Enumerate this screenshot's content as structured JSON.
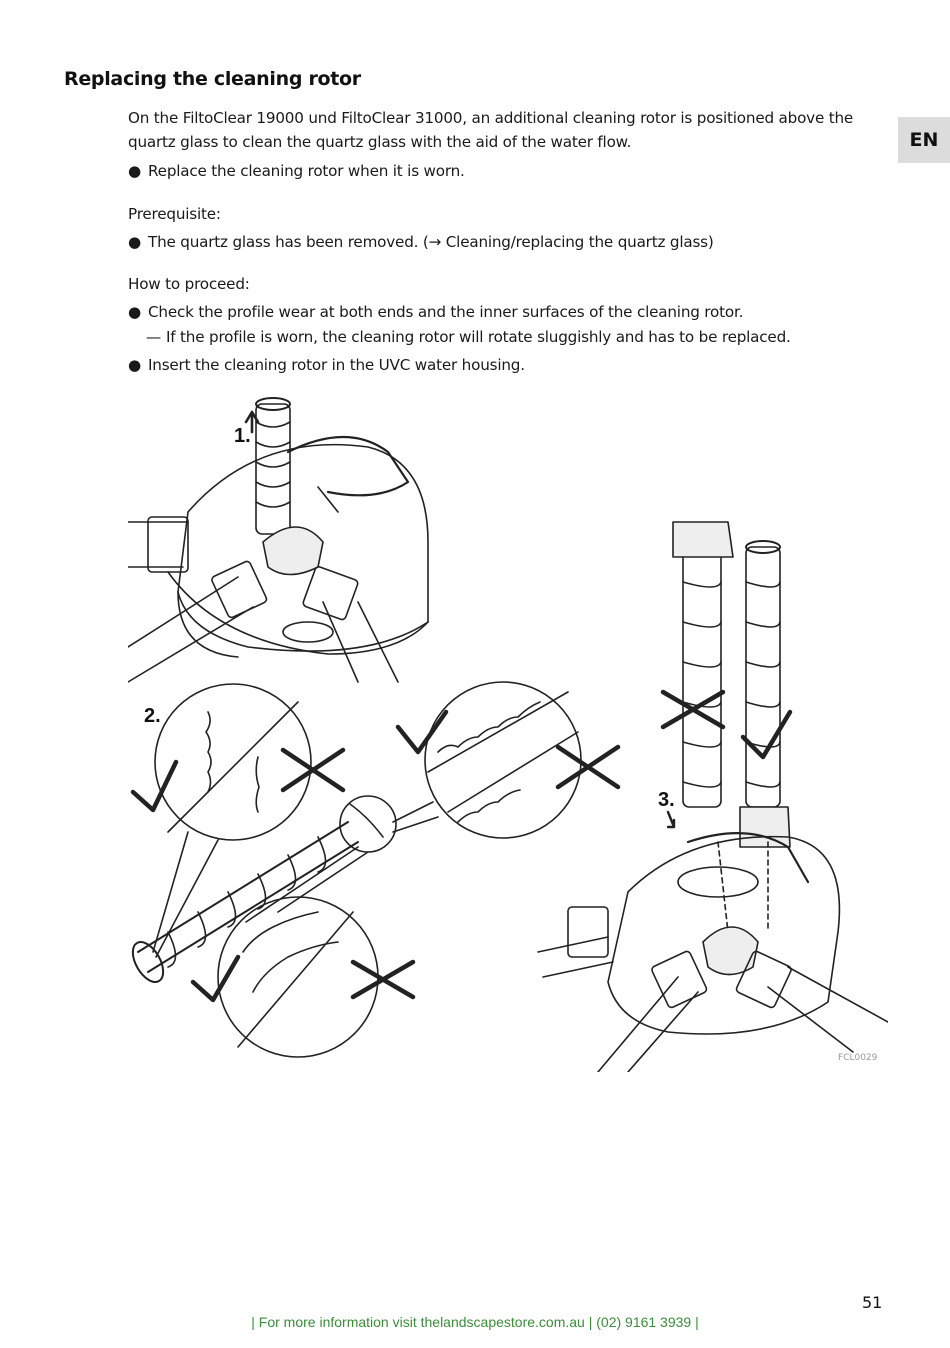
{
  "heading": "Replacing the cleaning rotor",
  "lang_tab": "EN",
  "intro": [
    "On the FiltoClear 19000 und FiltoClear 31000, an additional cleaning rotor is positioned above the",
    "quartz glass to clean the quartz glass with the aid of the water flow."
  ],
  "intro_bullet": "Replace the cleaning rotor when it is worn.",
  "prerequisite_label": "Prerequisite:",
  "prerequisite_bullet": "The quartz glass has been removed. (→ Cleaning/replacing the quartz glass)",
  "procedure_label": "How to proceed:",
  "procedure_bullet_1": "Check the profile wear at both ends and the inner surfaces of the cleaning rotor.",
  "procedure_dash_1": "If the profile is worn, the cleaning rotor will rotate sluggishly and has to be replaced.",
  "procedure_bullet_2": "Insert the cleaning rotor in the UVC water housing.",
  "bullet_mark": "●",
  "dash_mark": "—",
  "figure": {
    "step_1": "1.",
    "step_2": "2.",
    "step_3": "3.",
    "code": "FCL0029"
  },
  "page_number": "51",
  "footer": "| For more information visit thelandscapestore.com.au | (02) 9161 3939 |"
}
